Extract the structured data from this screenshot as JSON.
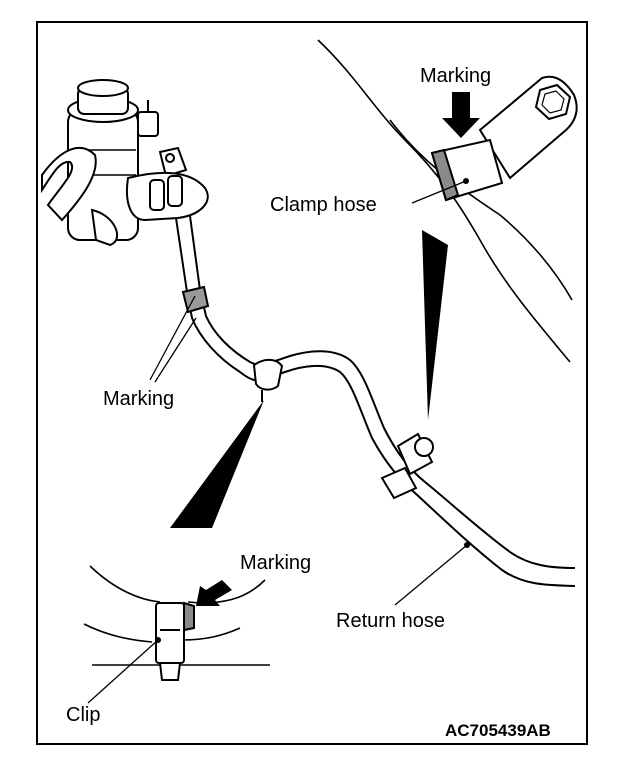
{
  "labels": {
    "marking_top": "Marking",
    "clamp_hose": "Clamp hose",
    "marking_left": "Marking",
    "marking_detail": "Marking",
    "return_hose": "Return hose",
    "clip": "Clip"
  },
  "figure_code": "AC705439AB"
}
